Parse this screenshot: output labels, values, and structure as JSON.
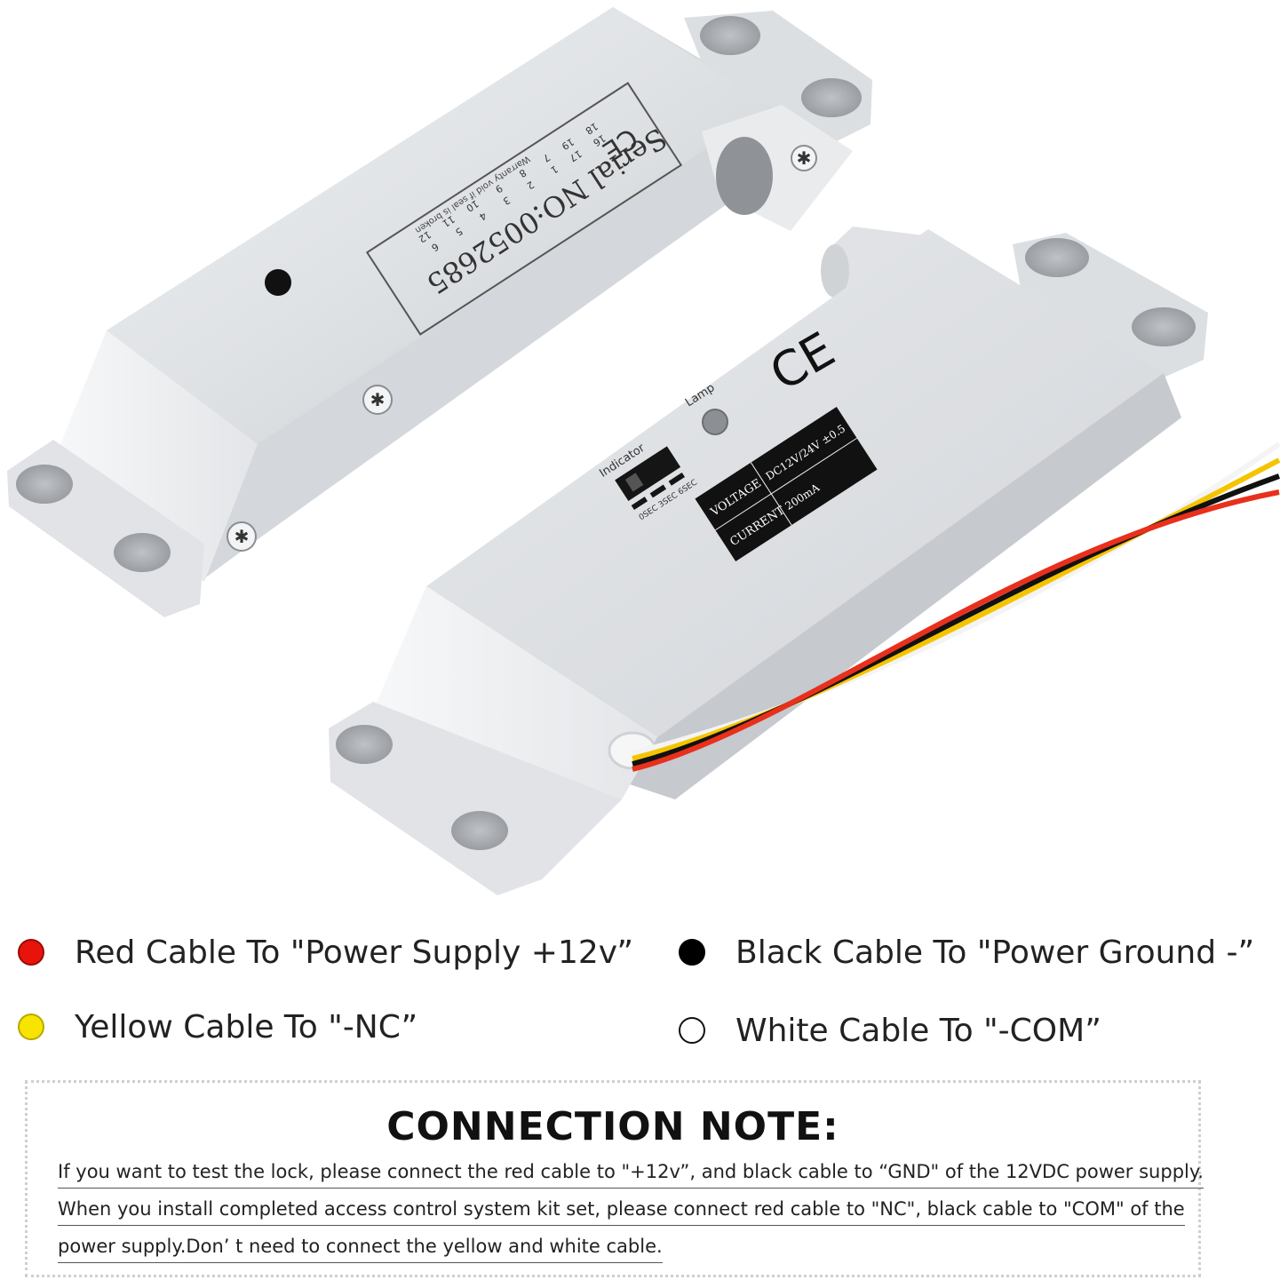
{
  "product": {
    "serial_label": "Serial NO:",
    "serial_number": "0052685",
    "warranty_text": "Warranty void if seal is broken",
    "serial_grid": [
      [
        "16",
        "17",
        "1",
        "2",
        "3",
        "4",
        "5",
        "6"
      ],
      [
        "18",
        "19",
        "7",
        "8",
        "9",
        "10",
        "11",
        "12"
      ]
    ],
    "ce_mark": "CE",
    "indicator_label": "Indicator",
    "lamp_label": "Lamp",
    "timer_options": [
      "0SEC",
      "3SEC",
      "6SEC"
    ],
    "spec_label": {
      "voltage_key": "VOLTAGE",
      "voltage_value": "DC12V/24V ±0.5",
      "current_key": "CURRENT",
      "current_value": "200mA"
    },
    "cable_colors": [
      "#ffffff",
      "#f5c400",
      "#111111",
      "#e8301c"
    ]
  },
  "legend": [
    {
      "text": "Red Cable To \"Power Supply +12v”",
      "color": "#e8140c",
      "icon": "red-dot"
    },
    {
      "text": "Black Cable To \"Power Ground -”",
      "color": "#000000",
      "icon": "black-dot"
    },
    {
      "text": "Yellow Cable To \"-NC”",
      "color": "#f7e400",
      "icon": "yellow-dot"
    },
    {
      "text": "White Cable To \"-COM”",
      "color": "#ffffff",
      "icon": "white-dot"
    }
  ],
  "note": {
    "title": "CONNECTION NOTE:",
    "lines": [
      "If you want to test the lock, please connect the red cable to \"+12v”, and black cable to “GND\" of the 12VDC power supply.",
      "When you install completed access control system kit set, please connect red cable to \"NC\", black cable to \"COM\" of the",
      "power supply.Don’ t need to connect the yellow and white cable."
    ]
  }
}
